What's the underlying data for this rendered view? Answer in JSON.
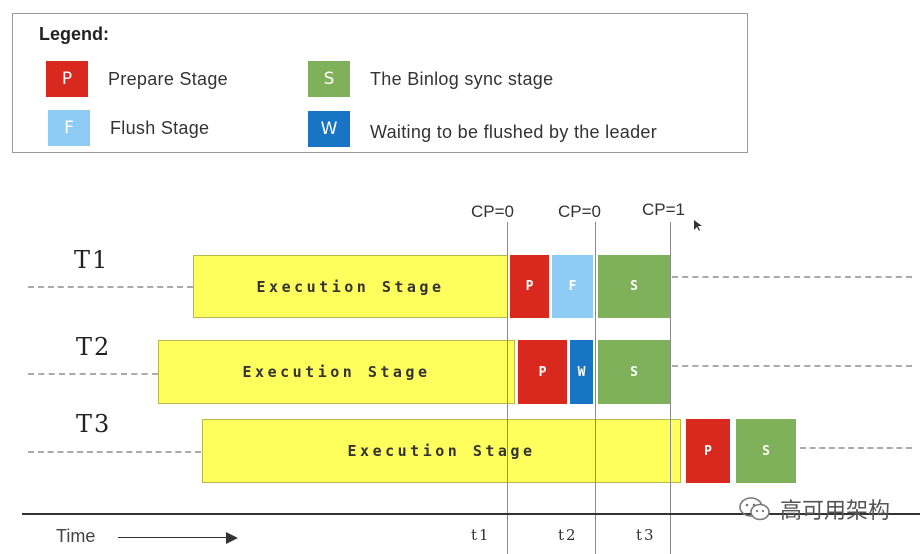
{
  "legend": {
    "title": "Legend:",
    "items": [
      {
        "letter": "P",
        "label": "Prepare Stage",
        "color": "#d9281e"
      },
      {
        "letter": "F",
        "label": "Flush Stage",
        "color": "#8ecbf5"
      },
      {
        "letter": "S",
        "label": "The Binlog sync stage",
        "color": "#7fb05a"
      },
      {
        "letter": "W",
        "label": "Waiting to be flushed by the leader",
        "color": "#1874c4"
      }
    ]
  },
  "rows": [
    {
      "label": "T1",
      "exec": "Execution Stage",
      "stages": [
        "P",
        "F",
        "S"
      ]
    },
    {
      "label": "T2",
      "exec": "Execution Stage",
      "stages": [
        "P",
        "W",
        "S"
      ]
    },
    {
      "label": "T3",
      "exec": "Execution Stage",
      "stages": [
        "P",
        "S"
      ]
    }
  ],
  "checkpoints": [
    "CP=0",
    "CP=0",
    "CP=1"
  ],
  "timeline": {
    "label": "Time",
    "ticks": [
      "t1",
      "t2",
      "t3"
    ]
  },
  "watermark": "高可用架构",
  "colors": {
    "execution": "#fefe5c",
    "prepare": "#d9281e",
    "flush": "#8ecbf5",
    "sync": "#7fb05a",
    "wait": "#1874c4"
  }
}
